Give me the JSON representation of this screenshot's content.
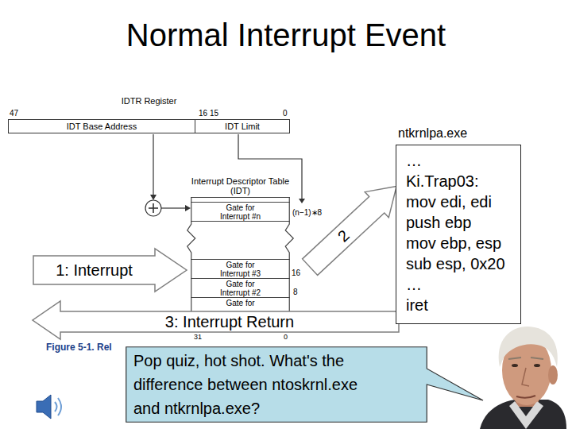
{
  "diagram": {
    "title": "Normal Interrupt Event",
    "nodes": [
      {
        "text": [
          "IDTR Register"
        ]
      },
      {
        "text": [
          "IDT Base Address"
        ],
        "in": 0
      },
      {
        "text": [
          "IDT Limit"
        ],
        "in": 0
      },
      {
        "text": [
          "Interrupt Descriptor Table (IDT)"
        ]
      },
      {
        "text": [
          "Gate for Interrupt #n"
        ],
        "in": 3
      },
      {
        "text": [
          "Gate for Interrupt #3"
        ],
        "in": 3
      },
      {
        "text": [
          "Gate for Interrupt #2"
        ],
        "in": 3
      },
      {
        "text": [
          "Gate for"
        ],
        "in": 3
      },
      {
        "text": [
          "1: Interrupt"
        ]
      },
      {
        "text": [
          "2"
        ]
      },
      {
        "text": [
          "3: Interrupt Return"
        ]
      },
      {
        "text": [
          "ntkrnlpa.exe",
          "…",
          "Ki.Trap03:",
          "mov edi, edi",
          "push ebp",
          "mov ebp, esp",
          "sub esp, 0x20",
          "…",
          "iret"
        ]
      },
      {
        "text": [
          "Pop quiz, hot shot. What's the difference between ntoskrnl.exe and ntkrnlpa.exe?"
        ]
      }
    ],
    "labels": [
      "47",
      "16 15",
      "0",
      "(n−1)∗8",
      "16",
      "8",
      "31",
      "0",
      "Figure 5-1. Rel"
    ]
  }
}
